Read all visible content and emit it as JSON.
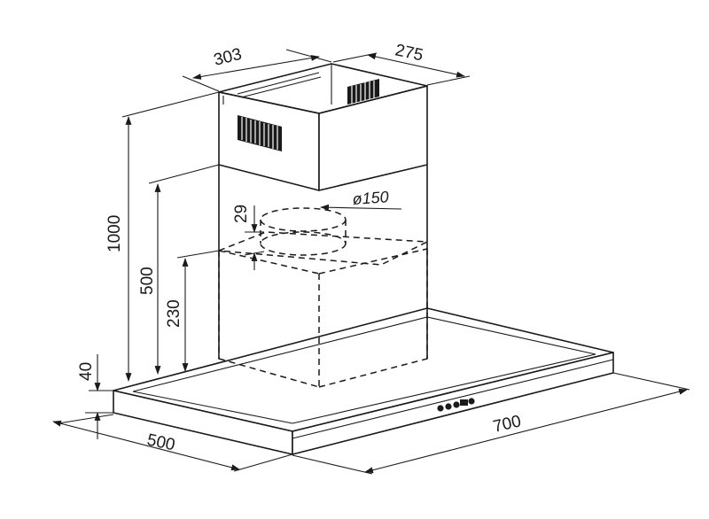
{
  "dimensions": {
    "chimney_width": "303",
    "chimney_depth": "275",
    "total_height": "1000",
    "upper_chimney_height": "500",
    "lower_chimney_height": "230",
    "outlet_offset": "29",
    "duct_diameter": "ø150",
    "canopy_thickness": "40",
    "canopy_depth": "500",
    "canopy_width": "700"
  },
  "icons": {
    "control_buttons": "control-buttons-icon",
    "vent_grille": "vent-grille-icon"
  },
  "colors": {
    "line": "#1a1a1a",
    "background": "#ffffff"
  }
}
